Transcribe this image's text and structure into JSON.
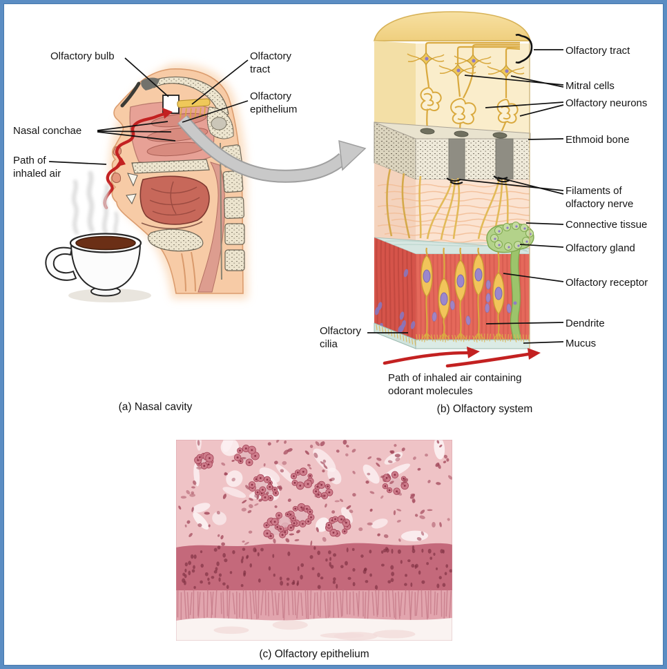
{
  "palette": {
    "frame_blue": "#5b8dc3",
    "label_text": "#141414",
    "leader_line": "#111111",
    "red_air_arrow": "#c32121",
    "skin": "#f7cba6",
    "nasal_cavity_pink": "#e7a196",
    "tongue_red": "#c7685a",
    "bone_beige": "#efeada",
    "neuron_yellow": "#efc85a",
    "epithelium_red": "#e5695b",
    "nucleus_purple": "#9b87cd",
    "gland_green": "#b3d28a",
    "mucus_blue": "#dbebe5",
    "gray_arrow": "#c9c9c9",
    "coffee_brown": "#6b2f16"
  },
  "panel_a": {
    "labels": {
      "olfactory_bulb": "Olfactory bulb",
      "olfactory_tract": "Olfactory tract",
      "olfactory_epithelium": "Olfactory epithelium",
      "nasal_conchae": "Nasal conchae",
      "path_of_inhaled_air": "Path of inhaled air"
    },
    "caption": "(a) Nasal cavity"
  },
  "panel_b": {
    "labels": {
      "olfactory_tract": "Olfactory tract",
      "mitral_cells": "Mitral cells",
      "olfactory_neurons": "Olfactory neurons",
      "ethmoid_bone": "Ethmoid bone",
      "filaments_of_olfactory_nerve": "Filaments of olfactory nerve",
      "connective_tissue": "Connective tissue",
      "olfactory_gland": "Olfactory gland",
      "olfactory_receptor": "Olfactory receptor",
      "dendrite": "Dendrite",
      "mucus": "Mucus",
      "olfactory_cilia": "Olfactory cilia",
      "air_path_note": "Path of inhaled air containing odorant molecules"
    },
    "caption": "(b) Olfactory system"
  },
  "panel_c": {
    "caption": "(c) Olfactory epithelium"
  }
}
